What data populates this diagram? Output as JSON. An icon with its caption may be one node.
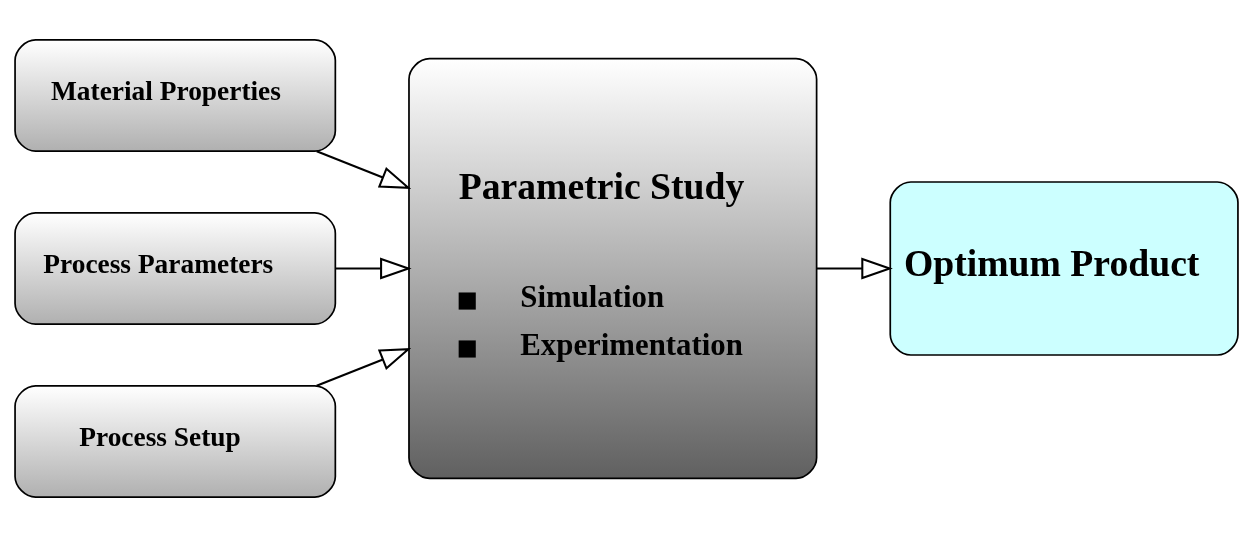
{
  "diagram": {
    "nodes": [
      {
        "text": [
          "Material Properties"
        ]
      },
      {
        "text": [
          "Process Parameters"
        ]
      },
      {
        "text": [
          "Process Setup"
        ]
      },
      {
        "text": [
          "Parametric Study",
          "Simulation",
          "Experimentation"
        ]
      },
      {
        "text": [
          "Optimum Product"
        ]
      }
    ],
    "edges": [
      {
        "from": 0,
        "to": 3,
        "arrow": "to"
      },
      {
        "from": 1,
        "to": 3,
        "arrow": "to"
      },
      {
        "from": 2,
        "to": 3,
        "arrow": "to"
      },
      {
        "from": 3,
        "to": 4,
        "arrow": "to"
      }
    ]
  }
}
